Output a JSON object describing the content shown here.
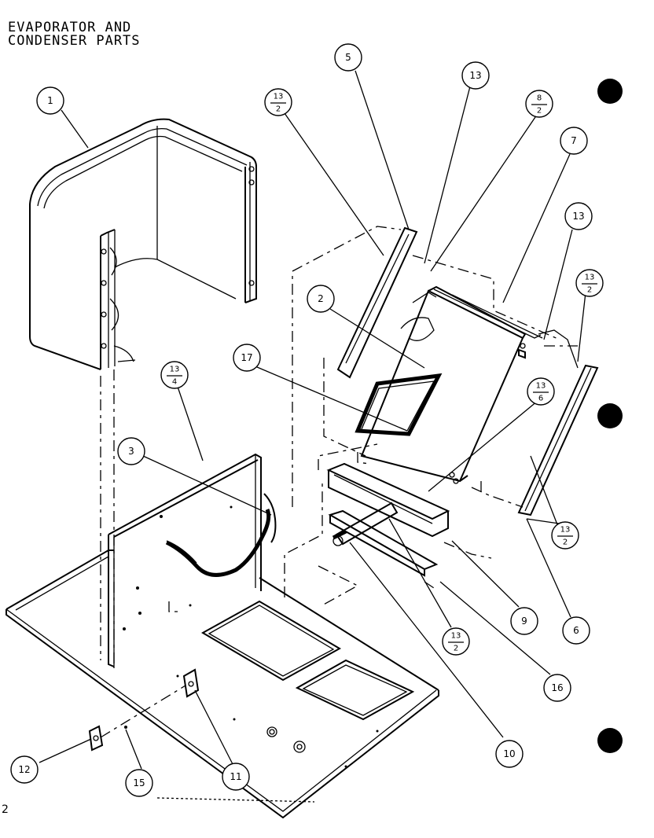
{
  "title": {
    "line1": "EVAPORATOR AND",
    "line2": "CONDENSER PARTS"
  },
  "corner_mark": "2",
  "callouts": [
    {
      "id": "c1",
      "label": "1"
    },
    {
      "id": "c2",
      "label": "2"
    },
    {
      "id": "c3",
      "label": "3"
    },
    {
      "id": "c5",
      "label": "5"
    },
    {
      "id": "c6a",
      "label": "6"
    },
    {
      "id": "c7",
      "label": "7"
    },
    {
      "id": "c9",
      "label": "9"
    },
    {
      "id": "c10",
      "label": "10"
    },
    {
      "id": "c11",
      "label": "11"
    },
    {
      "id": "c12",
      "label": "12"
    },
    {
      "id": "c13a",
      "label": "13"
    },
    {
      "id": "c13b",
      "label": "13"
    },
    {
      "id": "c15",
      "label": "15"
    },
    {
      "id": "c16",
      "label": "16"
    },
    {
      "id": "c17",
      "label": "17"
    }
  ],
  "fractions": [
    {
      "id": "f13_2a",
      "num": "13",
      "den": "2"
    },
    {
      "id": "f8_2",
      "num": "8",
      "den": "2"
    },
    {
      "id": "f13_2b",
      "num": "13",
      "den": "2"
    },
    {
      "id": "f13_4",
      "num": "13",
      "den": "4"
    },
    {
      "id": "f13_6",
      "num": "13",
      "den": "6"
    },
    {
      "id": "f13_2c",
      "num": "13",
      "den": "2"
    },
    {
      "id": "f13_2d",
      "num": "13",
      "den": "2"
    }
  ]
}
